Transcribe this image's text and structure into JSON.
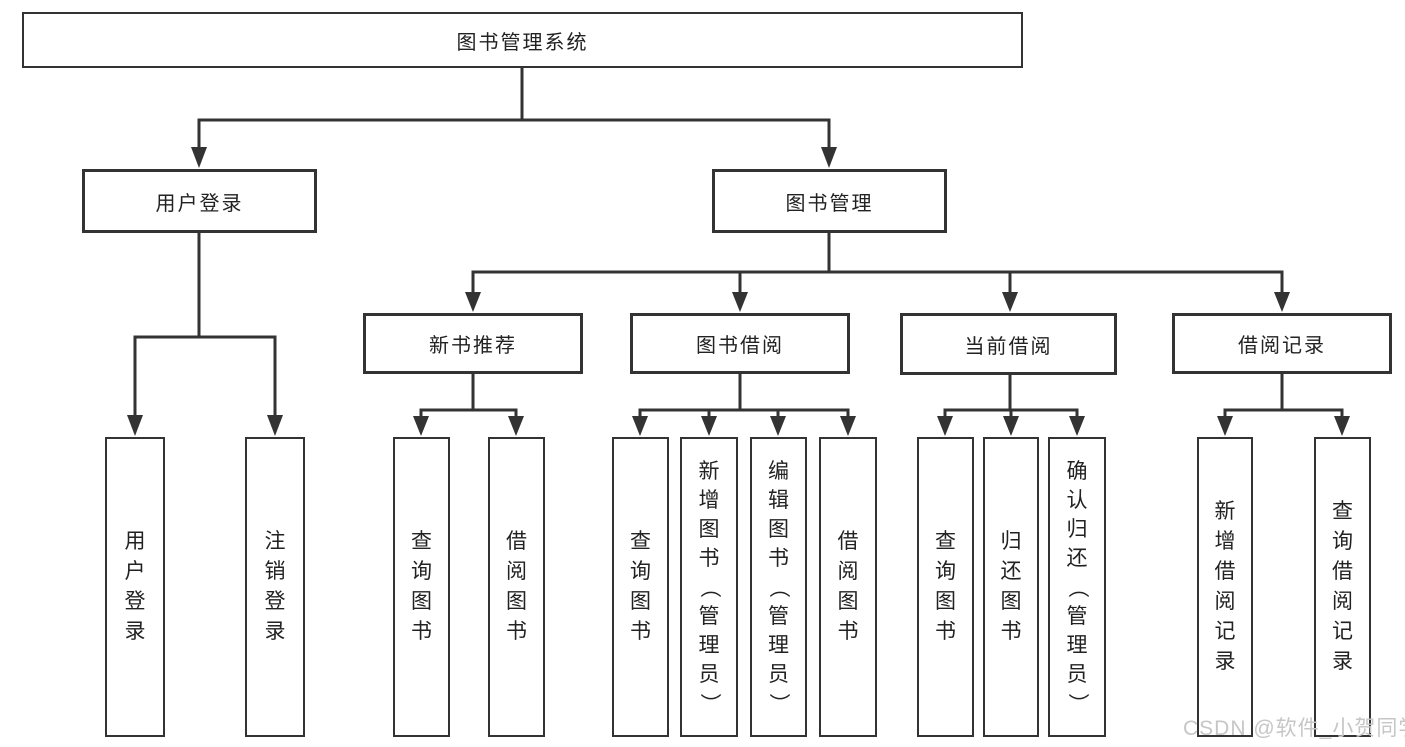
{
  "diagram": {
    "root": {
      "label": "图书管理系统"
    },
    "branches": [
      {
        "label": "用户登录",
        "children": [
          {
            "label": "用户登录"
          },
          {
            "label": "注销登录"
          }
        ]
      },
      {
        "label": "图书管理",
        "children": [
          {
            "label": "新书推荐",
            "children": [
              {
                "label": "查询图书"
              },
              {
                "label": "借阅图书"
              }
            ]
          },
          {
            "label": "图书借阅",
            "children": [
              {
                "label": "查询图书"
              },
              {
                "label": "新增图书（管理员）"
              },
              {
                "label": "编辑图书（管理员）"
              },
              {
                "label": "借阅图书"
              }
            ]
          },
          {
            "label": "当前借阅",
            "children": [
              {
                "label": "查询图书"
              },
              {
                "label": "归还图书"
              },
              {
                "label": "确认归还（管理员）"
              }
            ]
          },
          {
            "label": "借阅记录",
            "children": [
              {
                "label": "新增借阅记录"
              },
              {
                "label": "查询借阅记录"
              }
            ]
          }
        ]
      }
    ],
    "watermark": "CSDN @软件_小贺同学",
    "colors": {
      "line": "#333333",
      "box_border": "#333333",
      "text": "#222222",
      "watermark": "#c6c6c6",
      "background": "#ffffff"
    }
  }
}
